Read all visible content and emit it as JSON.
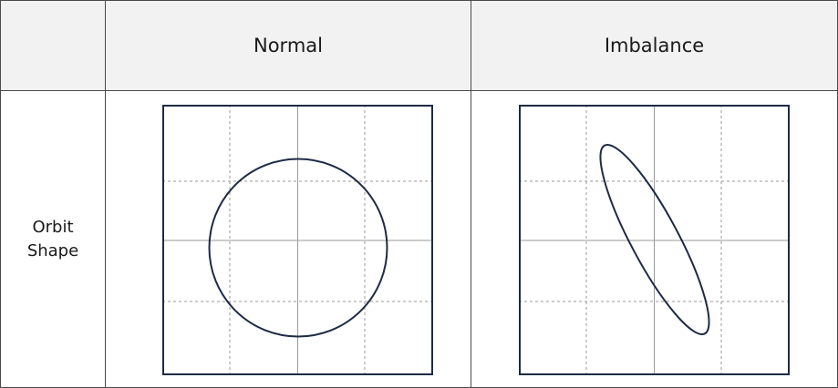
{
  "table": {
    "columns": [
      "",
      "Normal",
      "Imbalance"
    ],
    "rows": [
      {
        "label": "Orbit\nShape"
      }
    ]
  },
  "colors": {
    "header_bg": "#f2f2f2",
    "border": "#4a4a4a",
    "plot_stroke": "#1e2b45",
    "grid": "#9a9a9a"
  },
  "plots": [
    {
      "name": "normal-orbit",
      "shape": "circle",
      "grid_divisions": 4
    },
    {
      "name": "imbalance-orbit",
      "shape": "tilted-ellipse",
      "grid_divisions": 4
    }
  ]
}
